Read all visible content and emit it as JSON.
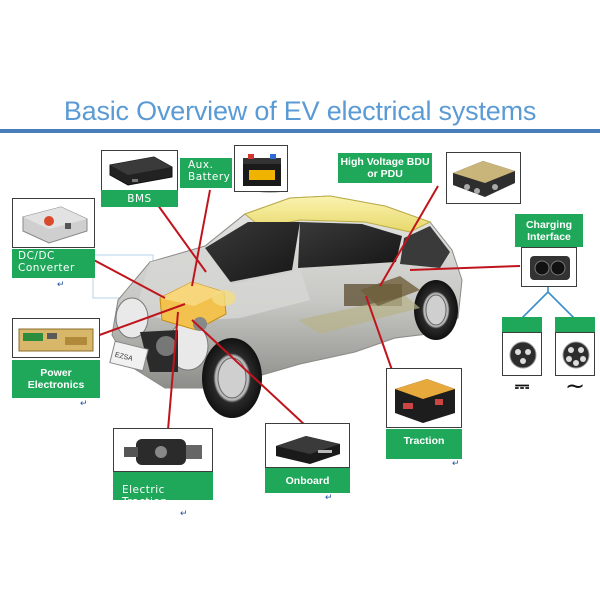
{
  "title": "Basic Overview of EV electrical systems",
  "components": {
    "bms": "BMS",
    "aux_battery": "Aux. Battery",
    "dcdc": "DC/DC Converter",
    "power_electronics": "Power Electronics",
    "electric_traction": "Electric Traction",
    "onboard": "Onboard",
    "traction": "Traction",
    "hv_bdu": "High Voltage BDU or PDU",
    "charging_interface": "Charging Interface",
    "dc_symbol": "⎓",
    "ac_symbol": "~"
  },
  "colors": {
    "title": "#5b9bd5",
    "rule": "#4a7ebb",
    "label_green": "#1fa85a",
    "leader_red": "#c0141c",
    "connector_blue": "#3a8fc9"
  }
}
